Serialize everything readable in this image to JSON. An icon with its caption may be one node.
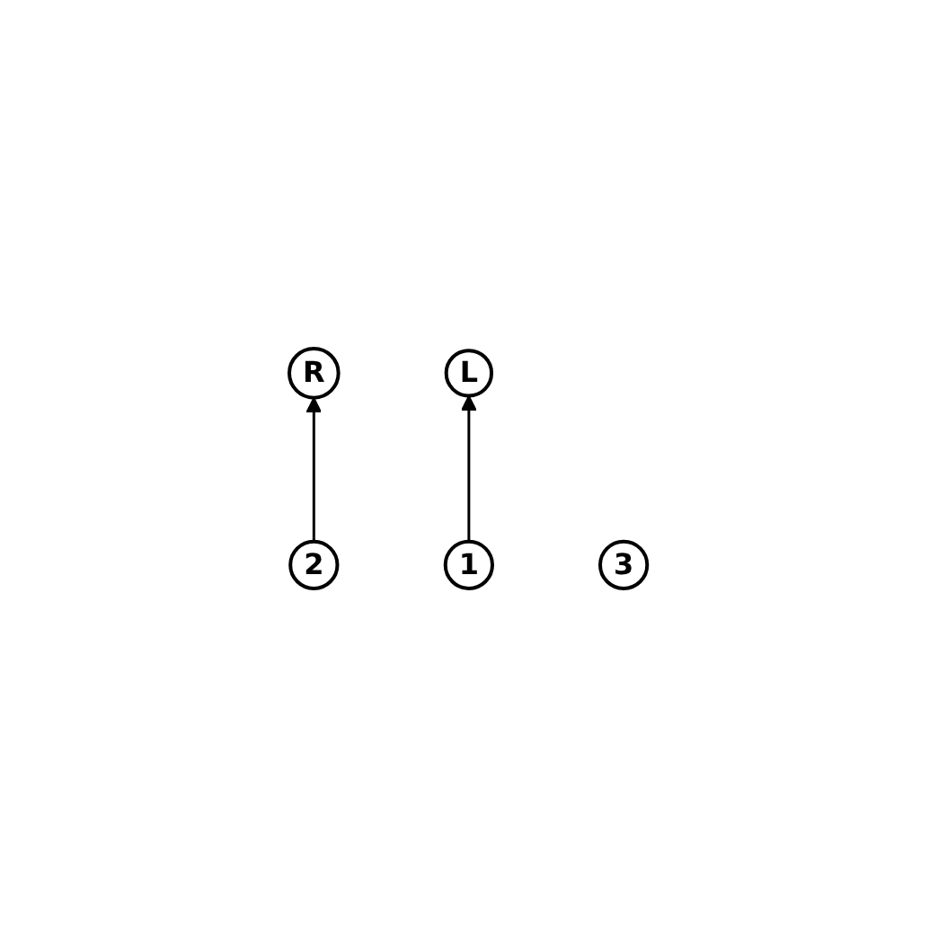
{
  "diagram": {
    "nodes": [
      {
        "text": [
          "L"
        ]
      },
      {
        "text": [
          "R"
        ]
      },
      {
        "text": [
          "2"
        ]
      },
      {
        "text": [
          "1"
        ]
      },
      {
        "text": [
          "3"
        ]
      }
    ],
    "edges": [
      {
        "from": 3,
        "to": 0,
        "arrow": "to"
      },
      {
        "from": 2,
        "to": 1,
        "arrow": "to"
      }
    ]
  }
}
